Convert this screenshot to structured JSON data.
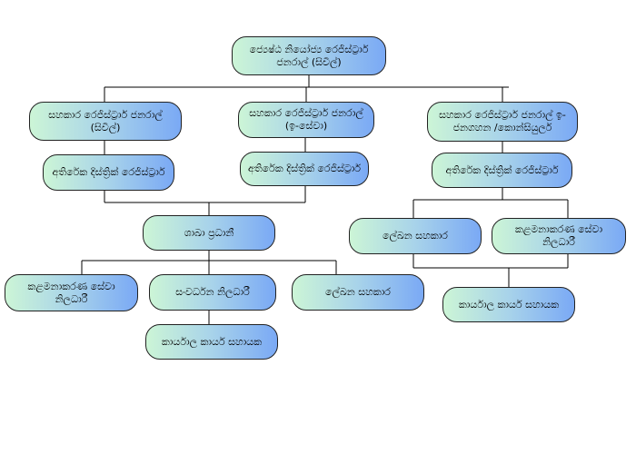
{
  "nodes": {
    "top": "ජ්‍යෙෂ්ඨ නියෝජ්‍ය රෙජිස්ට්‍රාර් ජනරාල් (සිවිල්)",
    "arg_civil": "සහකාර රෙජිස්ට්‍රාර් ජනරාල් (සිවිල්)",
    "arg_eseva": "සහකාර රෙජිස්ට්‍රාර් ජනරාල් (ඉ-සේවා)",
    "arg_census": "සහකාර රෙජිස්ට්‍රාර් ජනරාල් ඉ-ජනගහන /කොන්සියුලර්",
    "adr_1": "අතිරේක දිස්ත්‍රික් රෙජිස්ට්‍රාර්",
    "adr_2": "අතිරේක දිස්ත්‍රික් රෙජිස්ට්‍රාර්",
    "adr_3": "අතිරේක දිස්ත්‍රික් රෙජිස්ට්‍රාර්",
    "branch_head": "ශාඛා ප්‍රධානී",
    "mgmt_officer_1": "කළමනාකරණ සේවා නිලධාරී",
    "dev_officer": "සංවර්ධන නිලධාරී",
    "clerk_1": "ලේඛන සහකාර",
    "office_asst_1": "කාර්යාල කාර්ය සහායක",
    "clerk_2": "ලේඛන සහකාර",
    "mgmt_officer_2": "කළමනාකරණ සේවා නිලධාරී",
    "office_asst_2": "කාර්යාල කාර්ය සහායක"
  }
}
